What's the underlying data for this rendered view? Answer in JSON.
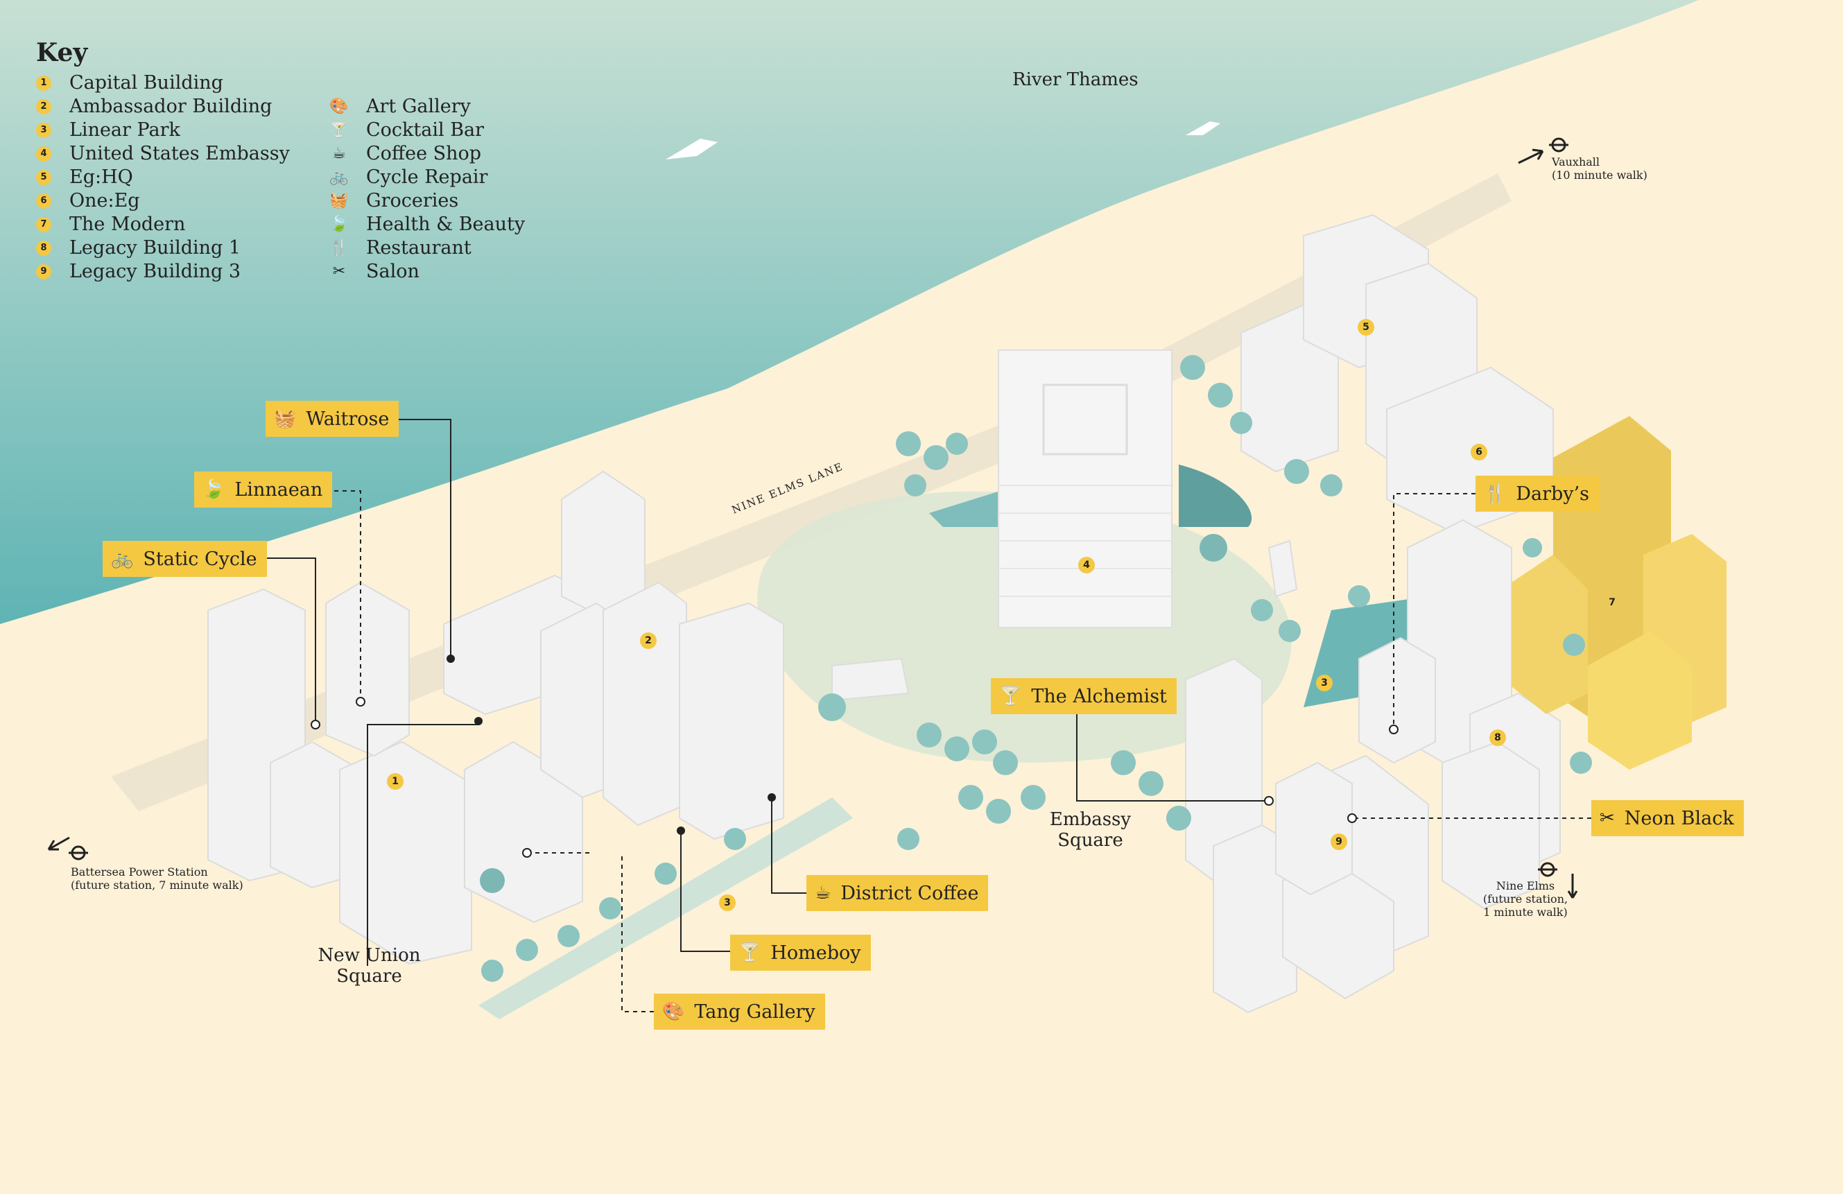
{
  "river_label": "River Thames",
  "street_label": "NINE ELMS LANE",
  "key": {
    "title": "Key",
    "buildings": [
      {
        "num": "1",
        "label": "Capital Building"
      },
      {
        "num": "2",
        "label": "Ambassador Building"
      },
      {
        "num": "3",
        "label": "Linear Park"
      },
      {
        "num": "4",
        "label": "United States Embassy"
      },
      {
        "num": "5",
        "label": "Eg:HQ"
      },
      {
        "num": "6",
        "label": "One:Eg"
      },
      {
        "num": "7",
        "label": "The Modern"
      },
      {
        "num": "8",
        "label": "Legacy Building 1"
      },
      {
        "num": "9",
        "label": "Legacy Building 3"
      }
    ],
    "amenities": [
      {
        "icon": "palette-icon",
        "glyph": "🎨",
        "label": "Art Gallery"
      },
      {
        "icon": "cocktail-icon",
        "glyph": "🍸",
        "label": "Cocktail Bar"
      },
      {
        "icon": "coffee-cup-icon",
        "glyph": "☕",
        "label": "Coffee Shop"
      },
      {
        "icon": "bicycle-icon",
        "glyph": "🚲",
        "label": "Cycle Repair"
      },
      {
        "icon": "basket-icon",
        "glyph": "🧺",
        "label": "Groceries"
      },
      {
        "icon": "leaf-icon",
        "glyph": "🍃",
        "label": "Health & Beauty"
      },
      {
        "icon": "cutlery-icon",
        "glyph": "🍴",
        "label": "Restaurant"
      },
      {
        "icon": "scissors-icon",
        "glyph": "✂",
        "label": "Salon"
      }
    ]
  },
  "places": {
    "waitrose": {
      "label": "Waitrose",
      "glyph": "🧺"
    },
    "linnaean": {
      "label": "Linnaean",
      "glyph": "🍃"
    },
    "static_cycle": {
      "label": "Static Cycle",
      "glyph": "🚲"
    },
    "the_alchemist": {
      "label": "The Alchemist",
      "glyph": "🍸"
    },
    "darbys": {
      "label": "Darby’s",
      "glyph": "🍴"
    },
    "neon_black": {
      "label": "Neon Black",
      "glyph": "✂"
    },
    "district_coffee": {
      "label": "District Coffee",
      "glyph": "☕"
    },
    "homeboy": {
      "label": "Homeboy",
      "glyph": "🍸"
    },
    "tang_gallery": {
      "label": "Tang Gallery",
      "glyph": "🎨"
    }
  },
  "squares": {
    "new_union": [
      "New Union",
      "Square"
    ],
    "embassy": [
      "Embassy",
      "Square"
    ]
  },
  "transport": {
    "vauxhall": [
      "Vauxhall",
      "(10 minute walk)"
    ],
    "battersea": [
      "Battersea Power Station",
      "(future station, 7 minute walk)"
    ],
    "nine_elms": [
      "Nine Elms",
      "(future station,",
      "1 minute walk)"
    ]
  },
  "building_numbers": [
    "1",
    "2",
    "3",
    "4",
    "5",
    "6",
    "7",
    "8",
    "9",
    "3"
  ]
}
